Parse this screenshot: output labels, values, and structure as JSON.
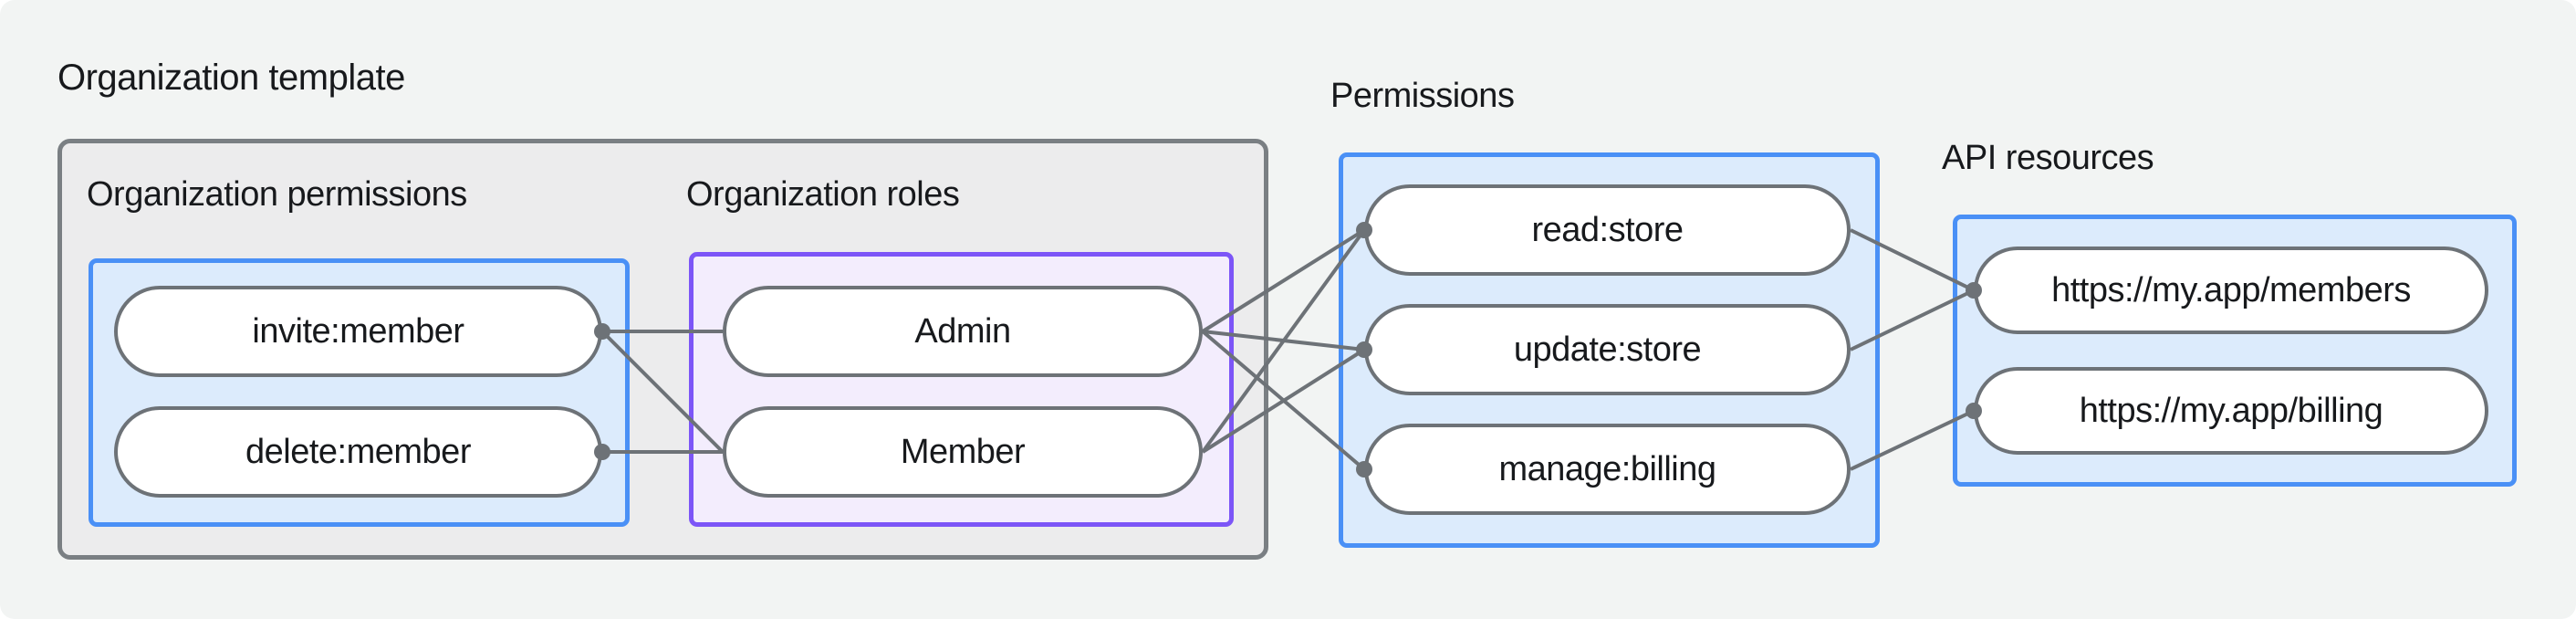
{
  "title": "Organization template",
  "colors": {
    "background": "#f2f4f3",
    "template_box_fill": "#ececed",
    "template_box_border": "#7a7f83",
    "blue_box_fill": "#dcebfc",
    "blue_box_border": "#4a90f6",
    "purple_box_fill": "#f3edfd",
    "purple_box_border": "#7c55f7",
    "pill_fill": "#ffffff",
    "connector": "#6d7277",
    "text": "#17191c"
  },
  "groups": [
    {
      "id": "org-permissions",
      "label": "Organization permissions",
      "items": [
        {
          "id": "invite-member",
          "label": "invite:member"
        },
        {
          "id": "delete-member",
          "label": "delete:member"
        }
      ]
    },
    {
      "id": "org-roles",
      "label": "Organization roles",
      "items": [
        {
          "id": "admin",
          "label": "Admin"
        },
        {
          "id": "member",
          "label": "Member"
        }
      ]
    },
    {
      "id": "permissions",
      "label": "Permissions",
      "items": [
        {
          "id": "read-store",
          "label": "read:store"
        },
        {
          "id": "update-store",
          "label": "update:store"
        },
        {
          "id": "manage-billing",
          "label": "manage:billing"
        }
      ]
    },
    {
      "id": "api-resources",
      "label": "API resources",
      "items": [
        {
          "id": "api-members",
          "label": "https://my.app/members"
        },
        {
          "id": "api-billing",
          "label": "https://my.app/billing"
        }
      ]
    }
  ],
  "edges": [
    {
      "from": "invite-member",
      "to": "admin"
    },
    {
      "from": "invite-member",
      "to": "member"
    },
    {
      "from": "delete-member",
      "to": "member"
    },
    {
      "from": "admin",
      "to": "read-store"
    },
    {
      "from": "admin",
      "to": "update-store"
    },
    {
      "from": "admin",
      "to": "manage-billing"
    },
    {
      "from": "member",
      "to": "read-store"
    },
    {
      "from": "member",
      "to": "update-store"
    },
    {
      "from": "read-store",
      "to": "api-members"
    },
    {
      "from": "update-store",
      "to": "api-members"
    },
    {
      "from": "manage-billing",
      "to": "api-billing"
    }
  ],
  "dots": [
    {
      "node": "invite-member",
      "side": "right"
    },
    {
      "node": "delete-member",
      "side": "right"
    },
    {
      "node": "read-store",
      "side": "left"
    },
    {
      "node": "update-store",
      "side": "left"
    },
    {
      "node": "manage-billing",
      "side": "left"
    },
    {
      "node": "api-members",
      "side": "left"
    },
    {
      "node": "api-billing",
      "side": "left"
    }
  ]
}
